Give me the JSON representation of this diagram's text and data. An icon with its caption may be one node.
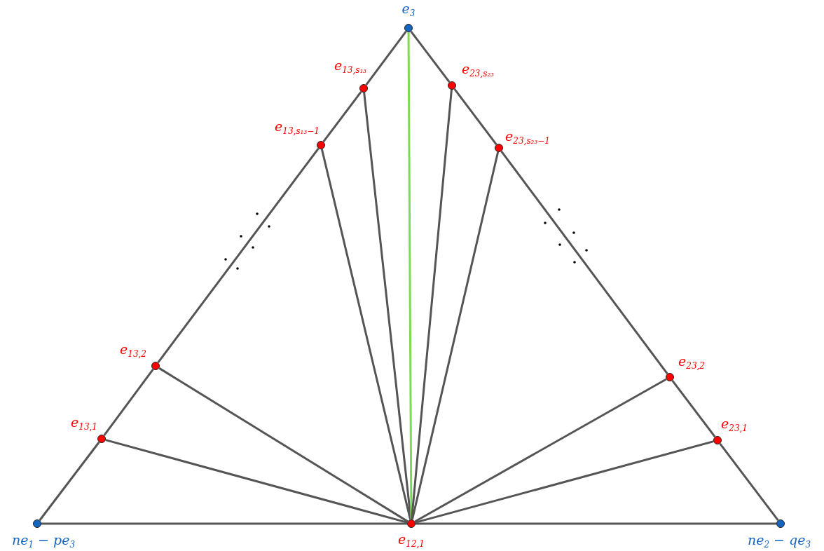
{
  "diagram": {
    "nodes": [
      {
        "text": [],
        "shape": "circle",
        "beside": [
          "e$_{3}$"
        ]
      },
      {
        "text": [],
        "shape": "circle",
        "beside": [
          "e$_{13,s₁₃}$"
        ]
      },
      {
        "text": [],
        "shape": "circle",
        "beside": [
          "e$_{23,s₂₃}$"
        ]
      },
      {
        "text": [],
        "shape": "circle",
        "beside": [
          "e$_{13,s₁₃−1}$"
        ]
      },
      {
        "text": [],
        "shape": "circle",
        "beside": [
          "e$_{23,s₂₃−1}$"
        ]
      },
      {
        "text": [],
        "shape": "circle",
        "beside": [
          "e$_{13,2}$"
        ]
      },
      {
        "text": [],
        "shape": "circle",
        "beside": [
          "e$_{23,2}$"
        ]
      },
      {
        "text": [],
        "shape": "circle",
        "beside": [
          "e$_{13,1}$"
        ]
      },
      {
        "text": [],
        "shape": "circle",
        "beside": [
          "e$_{23,1}$"
        ]
      },
      {
        "text": [],
        "shape": "circle",
        "beside": [
          "ne$_{1}$ − pe$_{3}$"
        ]
      },
      {
        "text": [],
        "shape": "circle",
        "beside": [
          "e$_{12,1}$"
        ]
      },
      {
        "text": [],
        "shape": "circle",
        "beside": [
          "ne$_{2}$ − qe$_{3}$"
        ]
      }
    ],
    "edges": [
      {
        "from": 0,
        "to": 1,
        "arrow": "none"
      },
      {
        "from": 1,
        "to": 3,
        "arrow": "none"
      },
      {
        "from": 3,
        "to": 5,
        "arrow": "none"
      },
      {
        "from": 5,
        "to": 7,
        "arrow": "none"
      },
      {
        "from": 7,
        "to": 9,
        "arrow": "none"
      },
      {
        "from": 9,
        "to": 10,
        "arrow": "none"
      },
      {
        "from": 10,
        "to": 11,
        "arrow": "none"
      },
      {
        "from": 11,
        "to": 8,
        "arrow": "none"
      },
      {
        "from": 8,
        "to": 6,
        "arrow": "none"
      },
      {
        "from": 6,
        "to": 4,
        "arrow": "none"
      },
      {
        "from": 4,
        "to": 2,
        "arrow": "none"
      },
      {
        "from": 2,
        "to": 0,
        "arrow": "none"
      },
      {
        "from": 10,
        "to": 7,
        "arrow": "none"
      },
      {
        "from": 10,
        "to": 5,
        "arrow": "none"
      },
      {
        "from": 10,
        "to": 3,
        "arrow": "none"
      },
      {
        "from": 10,
        "to": 1,
        "arrow": "none"
      },
      {
        "from": 10,
        "to": 0,
        "arrow": "none",
        "color": "#7ed957"
      },
      {
        "from": 10,
        "to": 2,
        "arrow": "none"
      },
      {
        "from": 10,
        "to": 4,
        "arrow": "none"
      },
      {
        "from": 10,
        "to": 6,
        "arrow": "none"
      },
      {
        "from": 10,
        "to": 8,
        "arrow": "none"
      }
    ]
  }
}
